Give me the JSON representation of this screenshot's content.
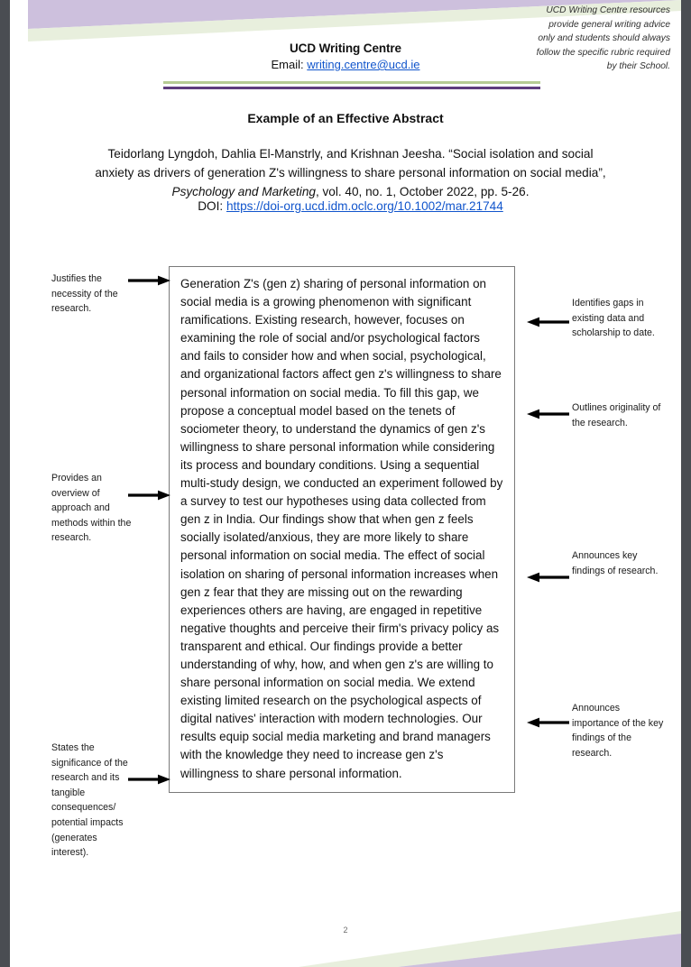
{
  "viewer": {
    "background_color": "#4a4d52",
    "page_background": "#ffffff"
  },
  "theme": {
    "band_purple": "#cdc0dd",
    "band_green": "#e8efdd",
    "rule_green": "#b6cb94",
    "rule_purple": "#5f3d7e",
    "link_color": "#1155cc",
    "box_border": "#7a7a7a"
  },
  "header": {
    "margin_note": "UCD Writing Centre resources provide general writing advice only and students should always follow the specific rubric required by their School.",
    "centre_title": "UCD Writing Centre",
    "email_label": "Email:",
    "email_address": "writing.centre@ucd.ie"
  },
  "document": {
    "title": "Example of an Effective Abstract",
    "citation_authors": "Teidorlang Lyngdoh, Dahlia El-Manstrly, and Krishnan Jeesha. “Social isolation and social anxiety as drivers of generation Z's willingness to share personal information on social media”,",
    "citation_journal": "Psychology and Marketing",
    "citation_details": ", vol. 40, no. 1, October 2022, pp. 5-26.",
    "doi_label": "DOI:",
    "doi_url": "https://doi-org.ucd.idm.oclc.org/10.1002/mar.21744"
  },
  "abstract": {
    "text": "Generation Z's (gen z) sharing of personal information on social media is a growing phenomenon with significant ramifications. Existing research, however, focuses on examining the role of social and/or psychological factors and fails to consider how and when social, psychological, and organizational factors affect gen z's willingness to share personal information on social media. To fill this gap, we propose a conceptual model based on the tenets of sociometer theory, to understand the dynamics of gen z's willingness to share personal information while considering its process and boundary conditions. Using a sequential multi-study design, we conducted an experiment followed by a survey to test our hypotheses using data collected from gen z in India. Our findings show that when gen z feels socially isolated/anxious, they are more likely to share personal information on social media. The effect of social isolation on sharing of personal information increases when gen z fear that they are missing out on the rewarding experiences others are having, are engaged in repetitive negative thoughts and perceive their firm's privacy policy as transparent and ethical. Our findings provide a better understanding of why, how, and when gen z's are willing to share personal information on social media. We extend existing limited research on the psychological aspects of digital natives' interaction with modern technologies. Our results equip social media marketing and brand managers with the knowledge they need to increase gen z's willingness to share personal information."
  },
  "annotations_left": [
    {
      "id": "justifies-necessity",
      "text": "Justifies the necessity of the research."
    },
    {
      "id": "provides-overview",
      "text": "Provides an overview of approach and methods within the research."
    },
    {
      "id": "states-significance",
      "text": "States the significance of the research and its tangible consequences/ potential impacts (generates interest)."
    }
  ],
  "annotations_right": [
    {
      "id": "identifies-gaps",
      "text": "Identifies gaps in existing data and scholarship to date."
    },
    {
      "id": "outlines-originality",
      "text": "Outlines originality of the research."
    },
    {
      "id": "announces-key-findings",
      "text": "Announces key findings of research."
    },
    {
      "id": "announces-importance",
      "text": "Announces importance of the key findings of the research."
    }
  ],
  "footer": {
    "page_number": "2"
  }
}
